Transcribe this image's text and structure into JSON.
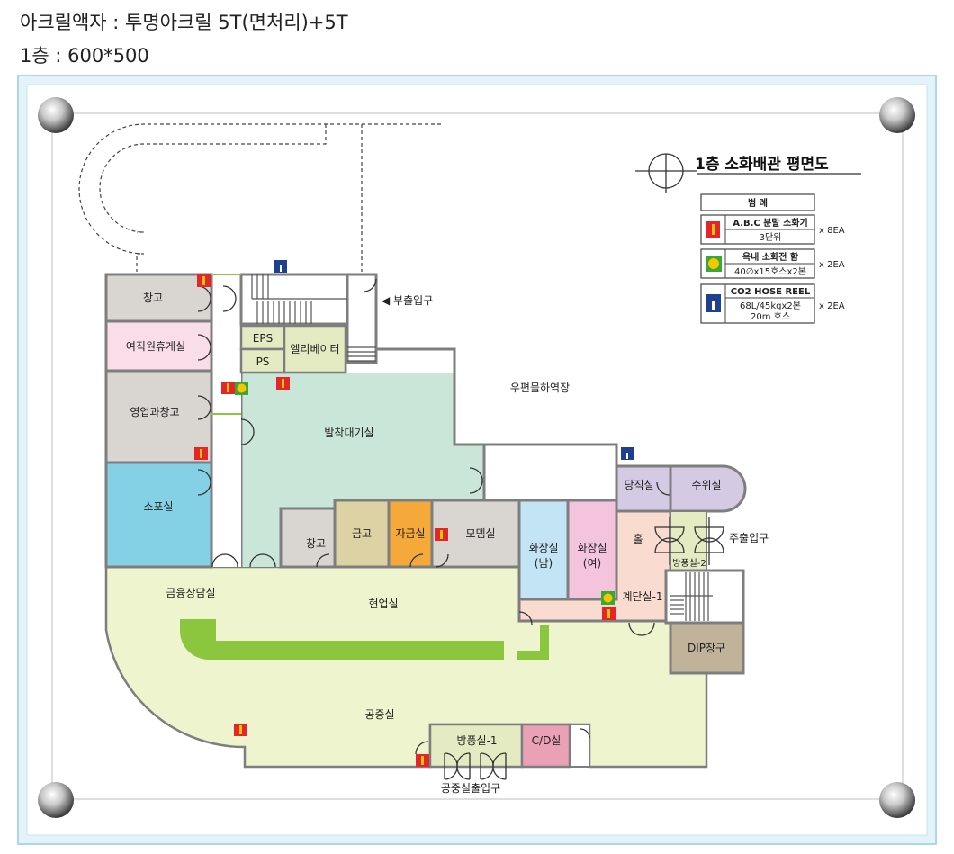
{
  "header": {
    "line1": "아크릴액자 : 투명아크릴 5T(면처리)+5T",
    "line2": "1층 : 600*500"
  },
  "plan": {
    "title": "1층 소화배관 평면도",
    "legend": {
      "heading": "범    례",
      "items": [
        {
          "icon": "fire-extinguisher-icon",
          "line1": "A.B.C 분말 소화기",
          "line2": "3단위",
          "qty": "x 8EA"
        },
        {
          "icon": "hose-reel-icon",
          "line1": "옥내 소화전 함",
          "line2": "40∅x15호스x2본",
          "qty": "x 2EA"
        },
        {
          "icon": "co2-reel-icon",
          "line1": "CO2 HOSE REEL",
          "line2": "68L/45kgx2본",
          "line3": "20m 호스",
          "qty": "x 2EA"
        }
      ]
    },
    "rooms": {
      "storage_top": "창고",
      "female_lounge": "여직원휴게실",
      "sales_storage": "영업과창고",
      "parcel_room": "소포실",
      "eps": "EPS",
      "ps": "PS",
      "elevator": "엘리베이터",
      "side_entrance": "◀ 부출입구",
      "mail_yard": "우편물하역장",
      "waiting": "발착대기실",
      "duty": "당직실",
      "guard": "수위실",
      "storage_mid": "창고",
      "vault": "금고",
      "cash": "자금실",
      "model": "모뎀실",
      "toilet_m_1": "화장실",
      "toilet_m_2": "(남)",
      "toilet_f_1": "화장실",
      "toilet_f_2": "(여)",
      "hall": "홀",
      "main_entrance": "주출입구",
      "windbreak2": "방풍실-2",
      "stairs1": "계단실-1",
      "dip": "DIP창구",
      "finance": "금융상담실",
      "business": "현업실",
      "public": "공중실",
      "windbreak1": "방풍실-1",
      "cd": "C/D실",
      "public_entrance": "공중실출입구"
    }
  }
}
